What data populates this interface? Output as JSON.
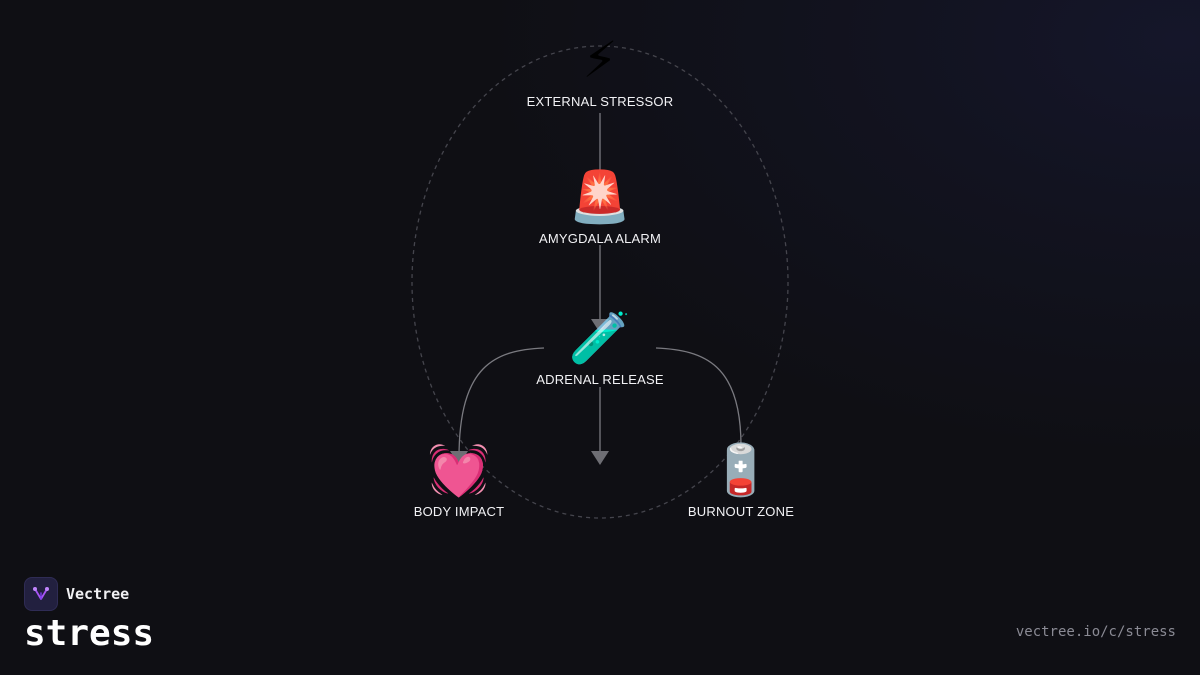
{
  "diagram": {
    "nodes": {
      "external_stressor": {
        "icon": "lightning-icon",
        "emoji": "⚡",
        "label": "EXTERNAL STRESSOR"
      },
      "amygdala_alarm": {
        "icon": "siren-icon",
        "emoji": "🚨",
        "label": "AMYGDALA ALARM"
      },
      "adrenal_release": {
        "icon": "test-tube-icon",
        "emoji": "🧪",
        "label": "ADRENAL RELEASE"
      },
      "body_impact": {
        "icon": "beating-heart-icon",
        "emoji": "💓",
        "label": "BODY IMPACT"
      },
      "burnout_zone": {
        "icon": "low-battery-icon",
        "emoji": "🪫",
        "label": "BURNOUT ZONE"
      }
    }
  },
  "branding": {
    "name": "Vectree",
    "logo_icon": "vectree-logo-icon",
    "accent_color": "#a855f7"
  },
  "page": {
    "title": "stress",
    "url": "vectree.io/c/stress"
  },
  "colors": {
    "background": "#0f0f14",
    "connector": "#7a7a80",
    "dashed_loop": "#4a4a52"
  }
}
